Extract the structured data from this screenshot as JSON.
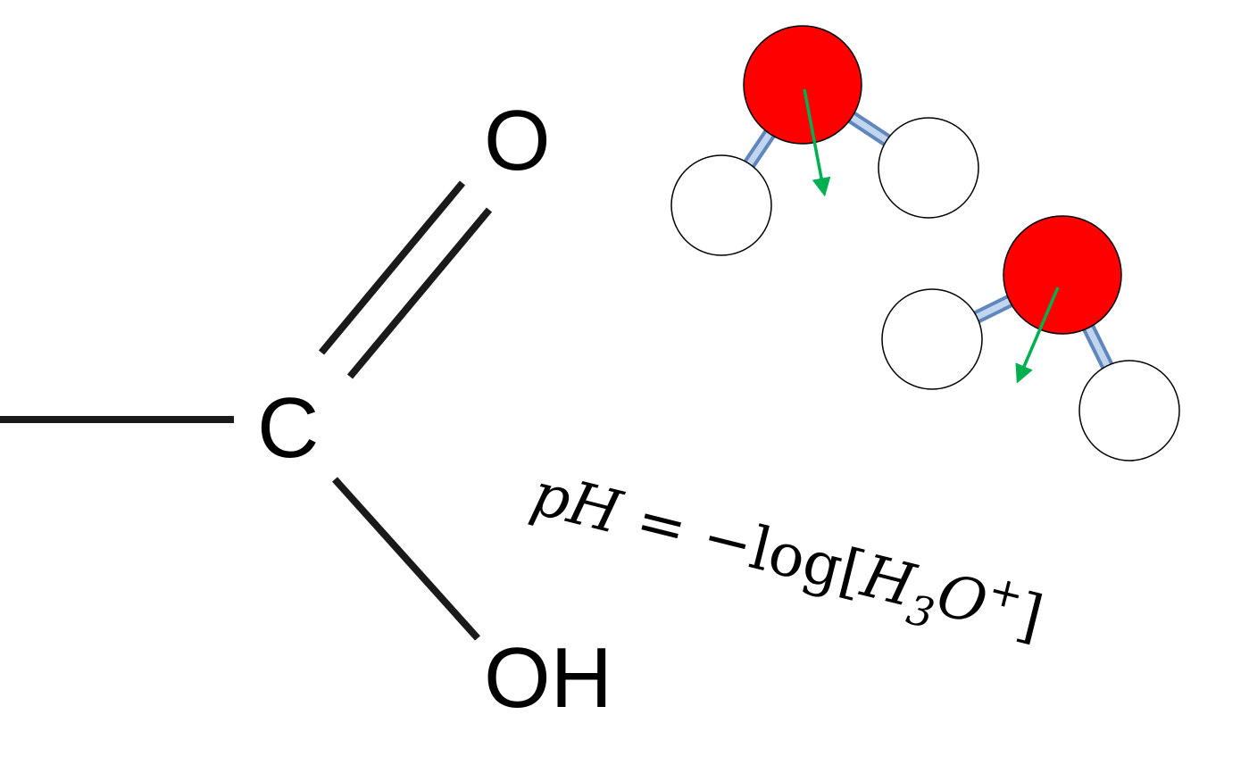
{
  "molecule": {
    "carbon_label": "C",
    "oxygen_label": "O",
    "hydroxyl_label": "OH"
  },
  "formula": {
    "lhs": "pH",
    "equals": "=",
    "minus": "−",
    "log": "log",
    "open_bracket": "[",
    "h": "H",
    "sub": "3",
    "o": "O",
    "plus": "+",
    "close_bracket": "]"
  },
  "colors": {
    "oxygen": "#ff0000",
    "hydrogen": "#ffffff",
    "bond_water": "#8fb1dd",
    "dipole_arrow": "#00b050",
    "line": "#1a1a1a"
  }
}
